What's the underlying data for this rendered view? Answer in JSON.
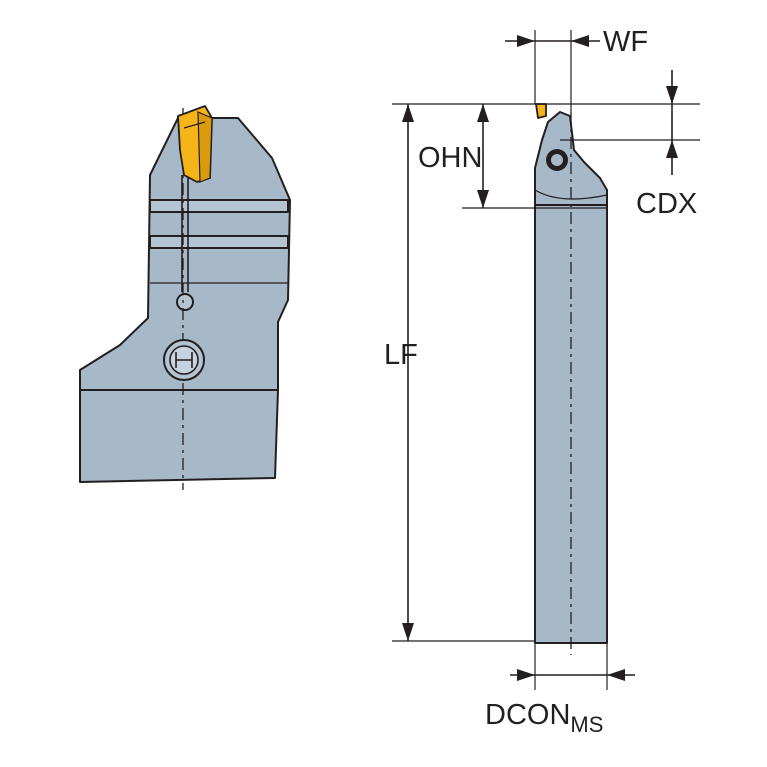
{
  "dimensions": {
    "wf": "WF",
    "ohn": "OHN",
    "cdx": "CDX",
    "lf": "LF",
    "dcon_main": "DCON",
    "dcon_sub": "MS"
  },
  "colors": {
    "tool_body": "#a7b8c8",
    "insert": "#f5b417",
    "line": "#231f20",
    "background": "#ffffff"
  }
}
